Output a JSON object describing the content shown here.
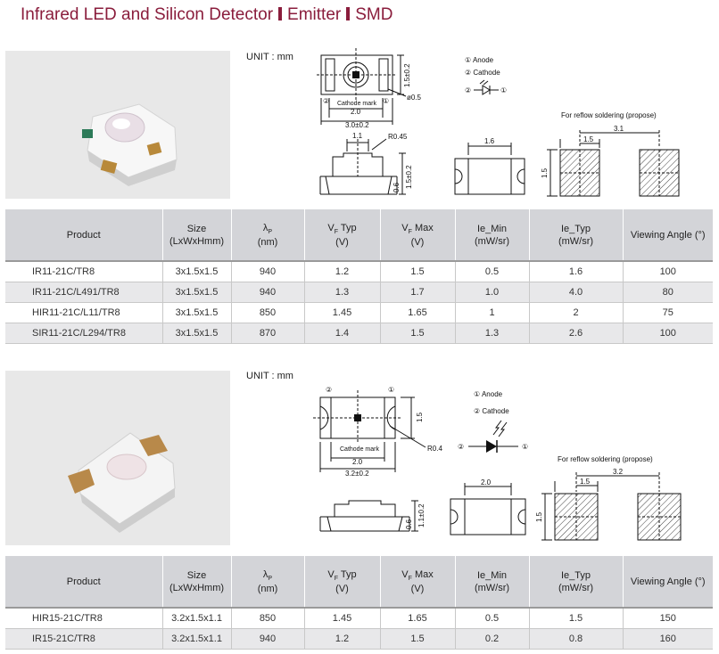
{
  "title": {
    "part1": "Infrared LED and Silicon Detector",
    "part2": "Emitter",
    "part3": "SMD"
  },
  "columns": [
    {
      "line1": "Product",
      "line2": ""
    },
    {
      "line1": "Size",
      "line2": "(LxWxHmm)"
    },
    {
      "sym": "λ",
      "sub": "P",
      "line2": "(nm)"
    },
    {
      "sym": "V",
      "sub": "F",
      "suffix": " Typ",
      "line2": "(V)"
    },
    {
      "sym": "V",
      "sub": "F",
      "suffix": " Max",
      "line2": "(V)"
    },
    {
      "line1": "Ie_Min",
      "line2": "(mW/sr)"
    },
    {
      "line1": "Ie_Typ",
      "line2": "(mW/sr)"
    },
    {
      "line1": "Viewing Angle (°)",
      "line2": ""
    }
  ],
  "section1": {
    "unit": "UNIT : mm",
    "drawing": {
      "legend_anode": "① Anode",
      "legend_cathode": "② Cathode",
      "pin1": "①",
      "pin2": "②",
      "phi": "ø0.5",
      "cathode_mark": "Cathode mark",
      "dim_len": "2.0",
      "dim_len_total": "3.0±0.2",
      "dim_w": "1.5±0.2",
      "dim_11": "1.1",
      "dim_r": "R0.45",
      "dim_06": "0.6",
      "dim_h": "1.5±0.2",
      "dim_16": "1.6",
      "reflow": "For reflow soldering (propose)",
      "dim_31": "3.1",
      "dim_15a": "1.5",
      "dim_15b": "1.5"
    },
    "rows": [
      [
        "IR11-21C/TR8",
        "3x1.5x1.5",
        "940",
        "1.2",
        "1.5",
        "0.5",
        "1.6",
        "100"
      ],
      [
        "IR11-21C/L491/TR8",
        "3x1.5x1.5",
        "940",
        "1.3",
        "1.7",
        "1.0",
        "4.0",
        "80"
      ],
      [
        "HIR11-21C/L11/TR8",
        "3x1.5x1.5",
        "850",
        "1.45",
        "1.65",
        "1",
        "2",
        "75"
      ],
      [
        "SIR11-21C/L294/TR8",
        "3x1.5x1.5",
        "870",
        "1.4",
        "1.5",
        "1.3",
        "2.6",
        "100"
      ]
    ]
  },
  "section2": {
    "unit": "UNIT : mm",
    "drawing": {
      "legend_anode": "① Anode",
      "legend_cathode": "② Cathode",
      "pin1": "①",
      "pin2": "②",
      "dim_r": "R0.4",
      "cathode_mark": "Cathode mark",
      "dim_len": "2.0",
      "dim_len_total": "3.2±0.2",
      "dim_w": "1.5",
      "dim_06": "0.6",
      "dim_h": "1.1±0.2",
      "dim_20": "2.0",
      "reflow": "For reflow soldering (propose)",
      "dim_32": "3.2",
      "dim_15a": "1.5",
      "dim_15b": "1.5"
    },
    "rows": [
      [
        "HIR15-21C/TR8",
        "3.2x1.5x1.1",
        "850",
        "1.45",
        "1.65",
        "0.5",
        "1.5",
        "150"
      ],
      [
        "IR15-21C/TR8",
        "3.2x1.5x1.1",
        "940",
        "1.2",
        "1.5",
        "0.2",
        "0.8",
        "160"
      ]
    ]
  }
}
